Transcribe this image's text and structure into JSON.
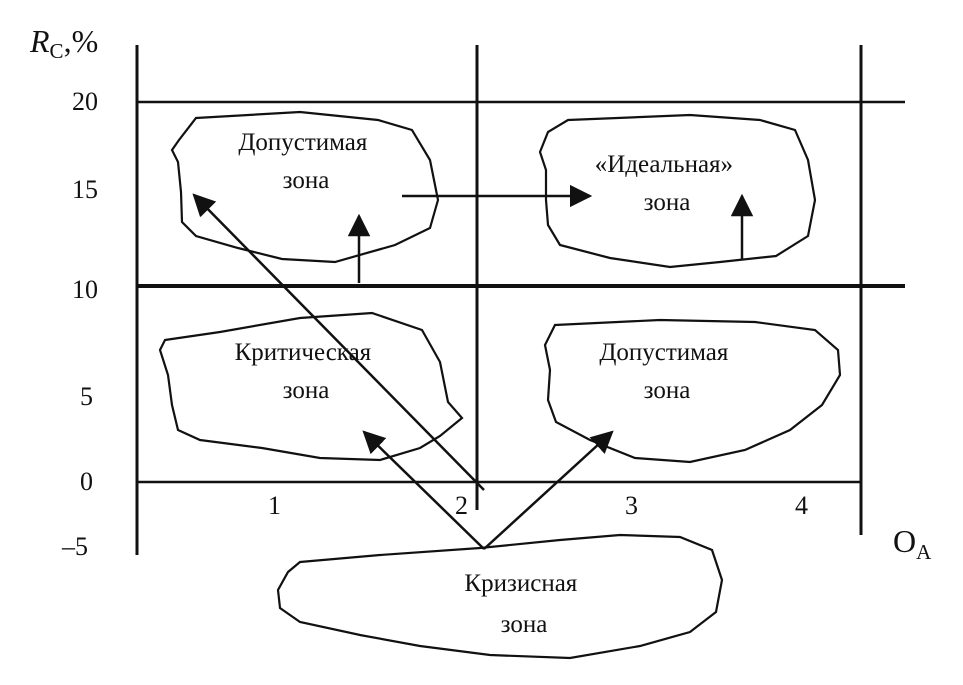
{
  "y_axis": {
    "title_main": "R",
    "title_sub": "C",
    "title_suffix": ",%",
    "ticks": [
      "20",
      "15",
      "10",
      "5",
      "0",
      "–5"
    ]
  },
  "x_axis": {
    "title_main": "O",
    "title_sub": "A",
    "ticks": [
      "1",
      "2",
      "3",
      "4"
    ]
  },
  "zones": {
    "acceptable_top": [
      "Допустимая",
      "зона"
    ],
    "ideal": [
      "«Идеальная»",
      "зона"
    ],
    "critical": [
      "Критическая",
      "зона"
    ],
    "acceptable_bottom": [
      "Допустимая",
      "зона"
    ],
    "crisis": [
      "Кризисная",
      "зона"
    ]
  }
}
